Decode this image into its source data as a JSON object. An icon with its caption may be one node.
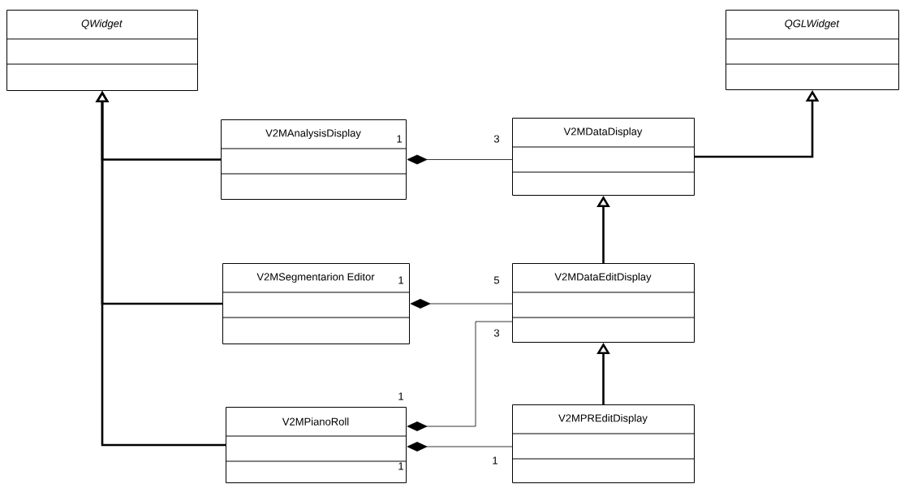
{
  "diagram": {
    "nodes": [
      {
        "text": [
          "*QWidget*"
        ]
      },
      {
        "text": [
          "*QGLWidget*"
        ]
      },
      {
        "text": [
          "V2MAnalysisDisplay"
        ]
      },
      {
        "text": [
          "V2MDataDisplay"
        ]
      },
      {
        "text": [
          "V2MSegmentarion Editor"
        ]
      },
      {
        "text": [
          "V2MDataEditDisplay"
        ]
      },
      {
        "text": [
          "V2MPianoRoll"
        ]
      },
      {
        "text": [
          "V2MPREditDisplay"
        ]
      }
    ],
    "edges": [
      {
        "from": 2,
        "to": 0,
        "arrow": "to"
      },
      {
        "from": 4,
        "to": 0,
        "arrow": "to"
      },
      {
        "from": 6,
        "to": 0,
        "arrow": "to"
      },
      {
        "from": 3,
        "to": 1,
        "arrow": "to"
      },
      {
        "from": 5,
        "to": 3,
        "arrow": "to"
      },
      {
        "from": 7,
        "to": 5,
        "arrow": "to"
      },
      {
        "from": 2,
        "to": 3,
        "arrow": "other"
      },
      {
        "from": 4,
        "to": 5,
        "arrow": "other"
      },
      {
        "from": 6,
        "to": 5,
        "arrow": "other"
      },
      {
        "from": 6,
        "to": 7,
        "arrow": "other"
      }
    ],
    "labels": [
      "1",
      "3",
      "1",
      "5",
      "3",
      "1",
      "1",
      "1"
    ]
  }
}
